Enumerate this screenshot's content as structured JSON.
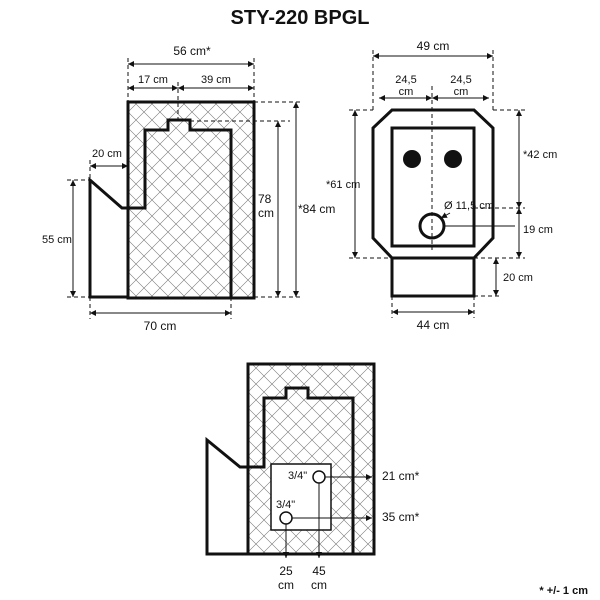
{
  "title": "STY-220 BPGL",
  "side_view": {
    "top_width": "56 cm*",
    "top_left": "17 cm",
    "top_right": "39 cm",
    "step": "20 cm",
    "left_height": "55 cm",
    "body_height_value": "78",
    "body_height_unit": "cm",
    "total_height": "*84 cm",
    "bottom_width": "70 cm"
  },
  "front_view": {
    "top_width": "49 cm",
    "half_left_value": "24,5",
    "half_left_unit": "cm",
    "half_right_value": "24,5",
    "half_right_unit": "cm",
    "total_height": "*61 cm",
    "upper_height": "*42 cm",
    "hole_label": "Ø 11,5 cm",
    "lower_height": "19 cm",
    "base_height": "20 cm",
    "base_width": "44 cm"
  },
  "connection_view": {
    "upper_pipe": "3/4\"",
    "lower_pipe": "3/4\"",
    "upper_height": "21 cm*",
    "lower_height": "35 cm*",
    "left_dist_value": "25",
    "left_dist_unit": "cm",
    "right_dist_value": "45",
    "right_dist_unit": "cm"
  },
  "footnote": "* +/- 1 cm",
  "colors": {
    "line": "#111111",
    "background": "#ffffff"
  }
}
